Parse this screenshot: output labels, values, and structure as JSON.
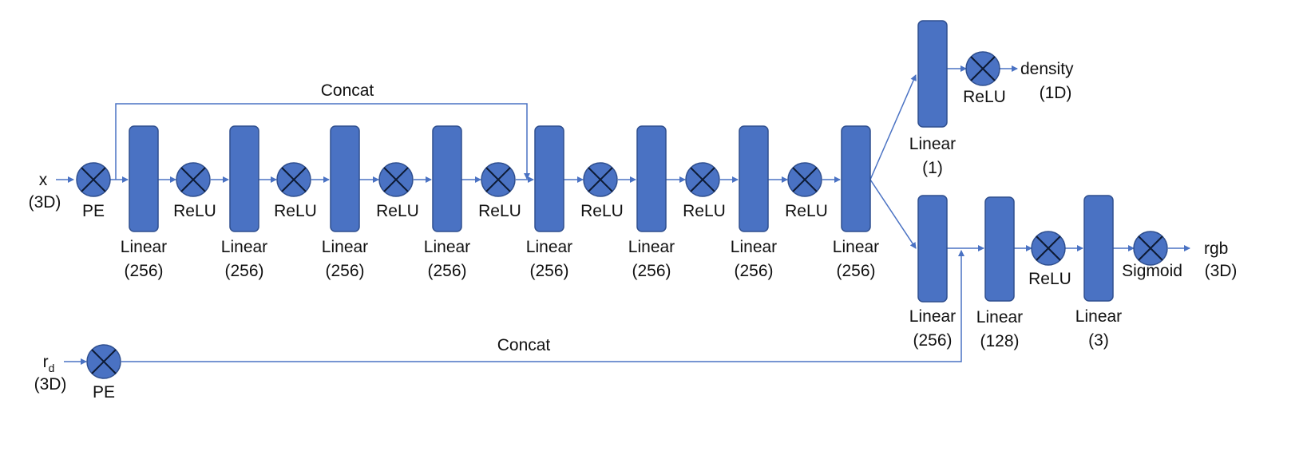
{
  "inputs": {
    "x": {
      "name": "x",
      "dim": "(3D)"
    },
    "rd": {
      "name": "r",
      "sub": "d",
      "dim": "(3D)"
    }
  },
  "labels": {
    "pe": "PE",
    "relu": "ReLU",
    "concat": "Concat",
    "sigmoid": "Sigmoid",
    "linear": "Linear"
  },
  "main_trunk": [
    {
      "name": "Linear",
      "units": "(256)"
    },
    {
      "name": "Linear",
      "units": "(256)"
    },
    {
      "name": "Linear",
      "units": "(256)"
    },
    {
      "name": "Linear",
      "units": "(256)"
    },
    {
      "name": "Linear",
      "units": "(256)"
    },
    {
      "name": "Linear",
      "units": "(256)"
    },
    {
      "name": "Linear",
      "units": "(256)"
    },
    {
      "name": "Linear",
      "units": "(256)"
    }
  ],
  "density_head": {
    "linear": {
      "name": "Linear",
      "units": "(1)"
    },
    "activation": "ReLU",
    "output": {
      "name": "density",
      "dim": "(1D)"
    }
  },
  "rgb_head": {
    "layers": [
      {
        "name": "Linear",
        "units": "(256)"
      },
      {
        "name": "Linear",
        "units": "(128)"
      },
      {
        "name": "Linear",
        "units": "(3)"
      }
    ],
    "activations": [
      "ReLU",
      "Sigmoid"
    ],
    "output": {
      "name": "rgb",
      "dim": "(3D)"
    }
  },
  "colors": {
    "block": "#4a72c3",
    "block_border": "#2f4f8f",
    "wire": "#4a72c3",
    "text": "#111111"
  }
}
